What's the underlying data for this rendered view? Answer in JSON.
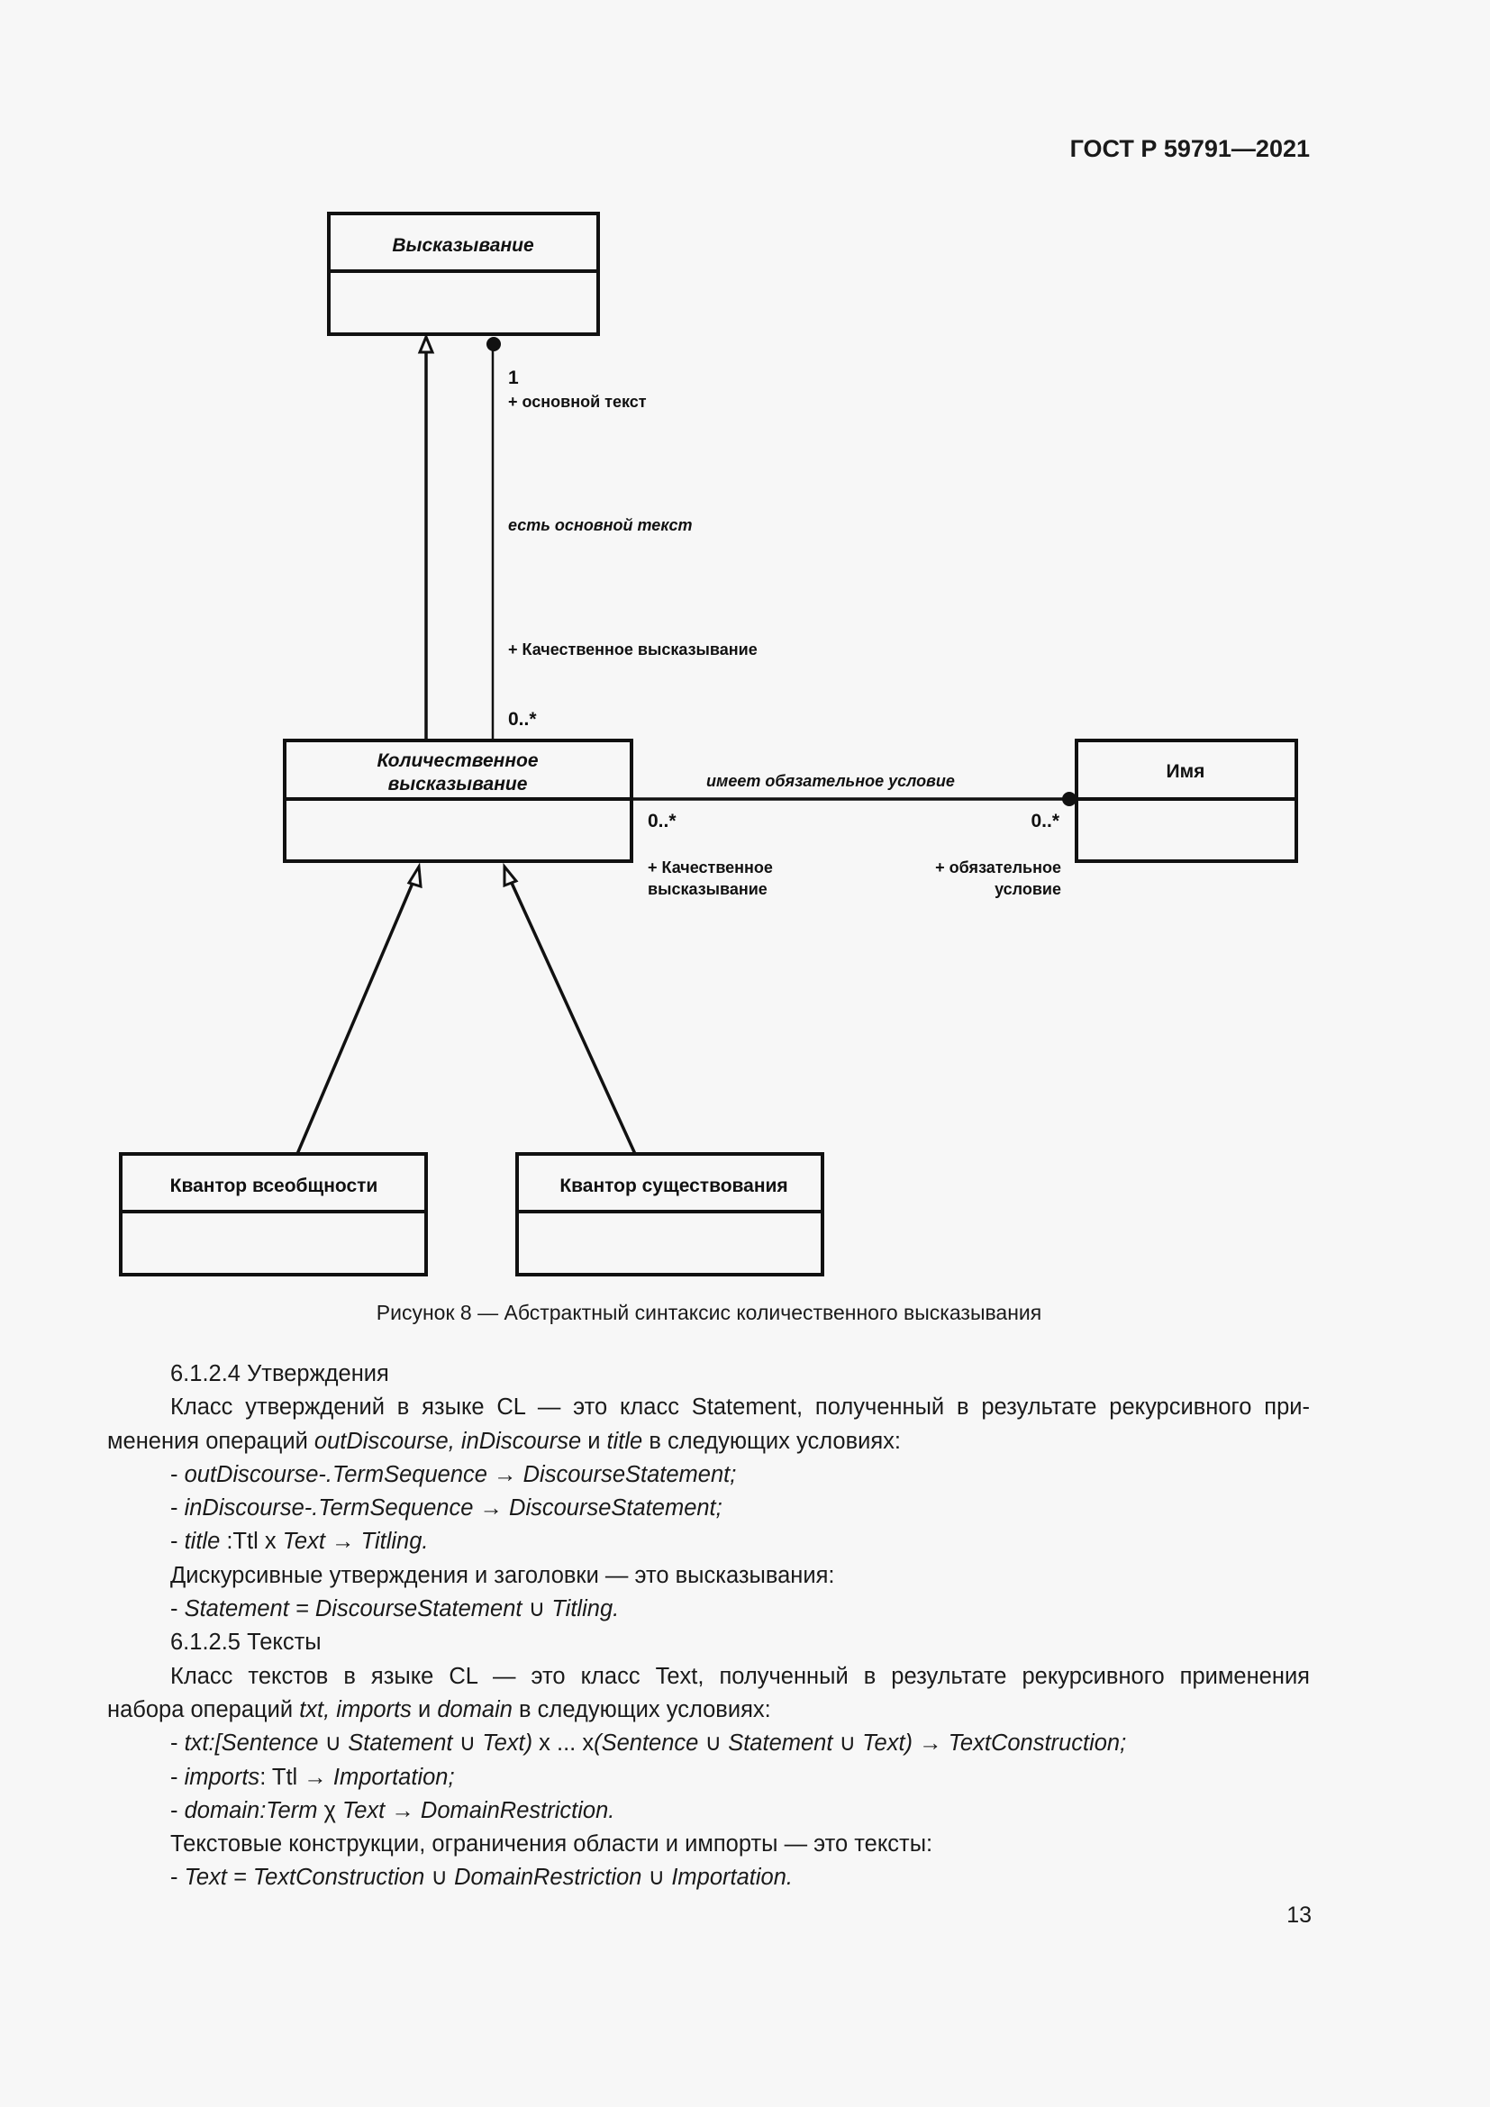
{
  "header": {
    "doc_id": "ГОСТ Р 59791—2021"
  },
  "diagram": {
    "classes": {
      "statement": "Высказывание",
      "quant_line1": "Количественное",
      "quant_line2": "высказывание",
      "name": "Имя",
      "universal": "Квантор всеобщности",
      "existential": "Квантор существования"
    },
    "labels": {
      "mult_one": "1",
      "role_main_text": "+ основной текст",
      "assoc_main_text": "есть основной текст",
      "role_quality": "+ Качественное высказывание",
      "mult_many_top": "0..*",
      "assoc_condition": "имеет обязательное условие",
      "mult_many_left": "0..*",
      "mult_many_right": "0..*",
      "role_quality_l1": "+ Качественное",
      "role_quality_l2": "высказывание",
      "role_condition_l1": "+ обязательное",
      "role_condition_l2": "условие"
    }
  },
  "caption": "Рисунок 8 — Абстрактный синтаксис количественного высказывания",
  "body": [
    {
      "cls": "ind",
      "segs": [
        {
          "t": "6.1.2.4  Утверждения"
        }
      ]
    },
    {
      "cls": "ind just",
      "segs": [
        {
          "t": "Класс утверждений в языке CL — это класс Statement, полученный в результате рекурсивного при-"
        }
      ]
    },
    {
      "cls": "",
      "segs": [
        {
          "t": "менения операций "
        },
        {
          "t": "outDiscourse, inDiscourse",
          "i": true
        },
        {
          "t": " и "
        },
        {
          "t": "title",
          "i": true
        },
        {
          "t": " в следующих условиях:"
        }
      ]
    },
    {
      "cls": "ind",
      "segs": [
        {
          "t": "- "
        },
        {
          "t": "outDiscourse-.TermSequence → DiscourseStatement;",
          "i": true
        }
      ]
    },
    {
      "cls": "ind",
      "segs": [
        {
          "t": "- "
        },
        {
          "t": "inDiscourse-.TermSequence → DiscourseStatement;",
          "i": true
        }
      ]
    },
    {
      "cls": "ind",
      "segs": [
        {
          "t": "- "
        },
        {
          "t": "title",
          "i": true
        },
        {
          "t": " :Ttl x "
        },
        {
          "t": "Text → Titling.",
          "i": true
        }
      ]
    },
    {
      "cls": "ind",
      "segs": [
        {
          "t": "Дискурсивные утверждения и заголовки — это высказывания:"
        }
      ]
    },
    {
      "cls": "ind",
      "segs": [
        {
          "t": "- "
        },
        {
          "t": "Statement = DiscourseStatement",
          "i": true
        },
        {
          "t": " ∪ "
        },
        {
          "t": "Titling.",
          "i": true
        }
      ]
    },
    {
      "cls": "ind",
      "segs": [
        {
          "t": "6.1.2.5  Тексты"
        }
      ]
    },
    {
      "cls": "ind just",
      "segs": [
        {
          "t": "Класс текстов в языке CL — это класс Text, полученный в результате рекурсивного применения"
        }
      ]
    },
    {
      "cls": "",
      "segs": [
        {
          "t": "набора операций "
        },
        {
          "t": "txt, imports",
          "i": true
        },
        {
          "t": " и "
        },
        {
          "t": "domain",
          "i": true
        },
        {
          "t": " в следующих условиях:"
        }
      ]
    },
    {
      "cls": "ind",
      "segs": [
        {
          "t": "- "
        },
        {
          "t": "txt:[Sentence",
          "i": true
        },
        {
          "t": " ∪ "
        },
        {
          "t": "Statement",
          "i": true
        },
        {
          "t": " ∪ "
        },
        {
          "t": "Text)",
          "i": true
        },
        {
          "t": " x ... x"
        },
        {
          "t": "(Sentence",
          "i": true
        },
        {
          "t": " ∪ "
        },
        {
          "t": "Statement",
          "i": true
        },
        {
          "t": " ∪ "
        },
        {
          "t": "Text) → TextConstruction;",
          "i": true
        }
      ]
    },
    {
      "cls": "ind",
      "segs": [
        {
          "t": "- "
        },
        {
          "t": "imports",
          "i": true
        },
        {
          "t": ": Ttl → "
        },
        {
          "t": "Importation;",
          "i": true
        }
      ]
    },
    {
      "cls": "ind",
      "segs": [
        {
          "t": "- "
        },
        {
          "t": "domain:Term",
          "i": true
        },
        {
          "t": " χ "
        },
        {
          "t": "Text → DomainRestriction.",
          "i": true
        }
      ]
    },
    {
      "cls": "ind",
      "segs": [
        {
          "t": "Текстовые конструкции, ограничения области и импорты — это тексты:"
        }
      ]
    },
    {
      "cls": "ind",
      "segs": [
        {
          "t": "- "
        },
        {
          "t": "Text = TextConstruction",
          "i": true
        },
        {
          "t": " ∪ "
        },
        {
          "t": "DomainRestriction",
          "i": true
        },
        {
          "t": " ∪ "
        },
        {
          "t": "Importation.",
          "i": true
        }
      ]
    }
  ],
  "page_number": "13"
}
